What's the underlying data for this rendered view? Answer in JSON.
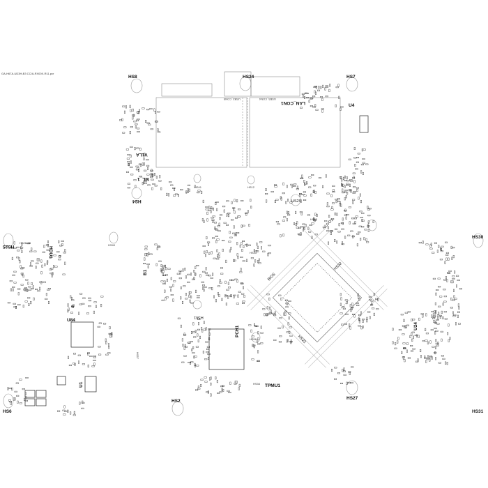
{
  "file_name": "GA-H67A-UD3H-B3 CC/A-RX00X-R11.pcr",
  "heatsinks": [
    "HS8",
    "HS24",
    "HS7",
    "HS4",
    "HS25",
    "HS30",
    "HS6",
    "HS2",
    "HS27",
    "HS31",
    "HS29",
    "HS32",
    "HS22",
    "HS26",
    "HS61",
    "HS28",
    "HS57",
    "HS56",
    "HS40",
    "HS41",
    "HS12",
    "HS33",
    "HS34",
    "HS35"
  ],
  "components": {
    "u4": "U4",
    "u84": "U84",
    "u1": "U1",
    "u24": "U24",
    "lan_con1": "LAN_CON1",
    "hdu1": "HDU1",
    "pch1": "PCH1",
    "tpmu1": "TPMU1",
    "ml1": "ML_1",
    "v1la": "V1LA",
    "usb3_con5": "USB3_CON5",
    "usb3_con4": "USB3_CON4",
    "nuvo1": "NUVO1",
    "bios": "BIOS",
    "b1": "B1"
  }
}
